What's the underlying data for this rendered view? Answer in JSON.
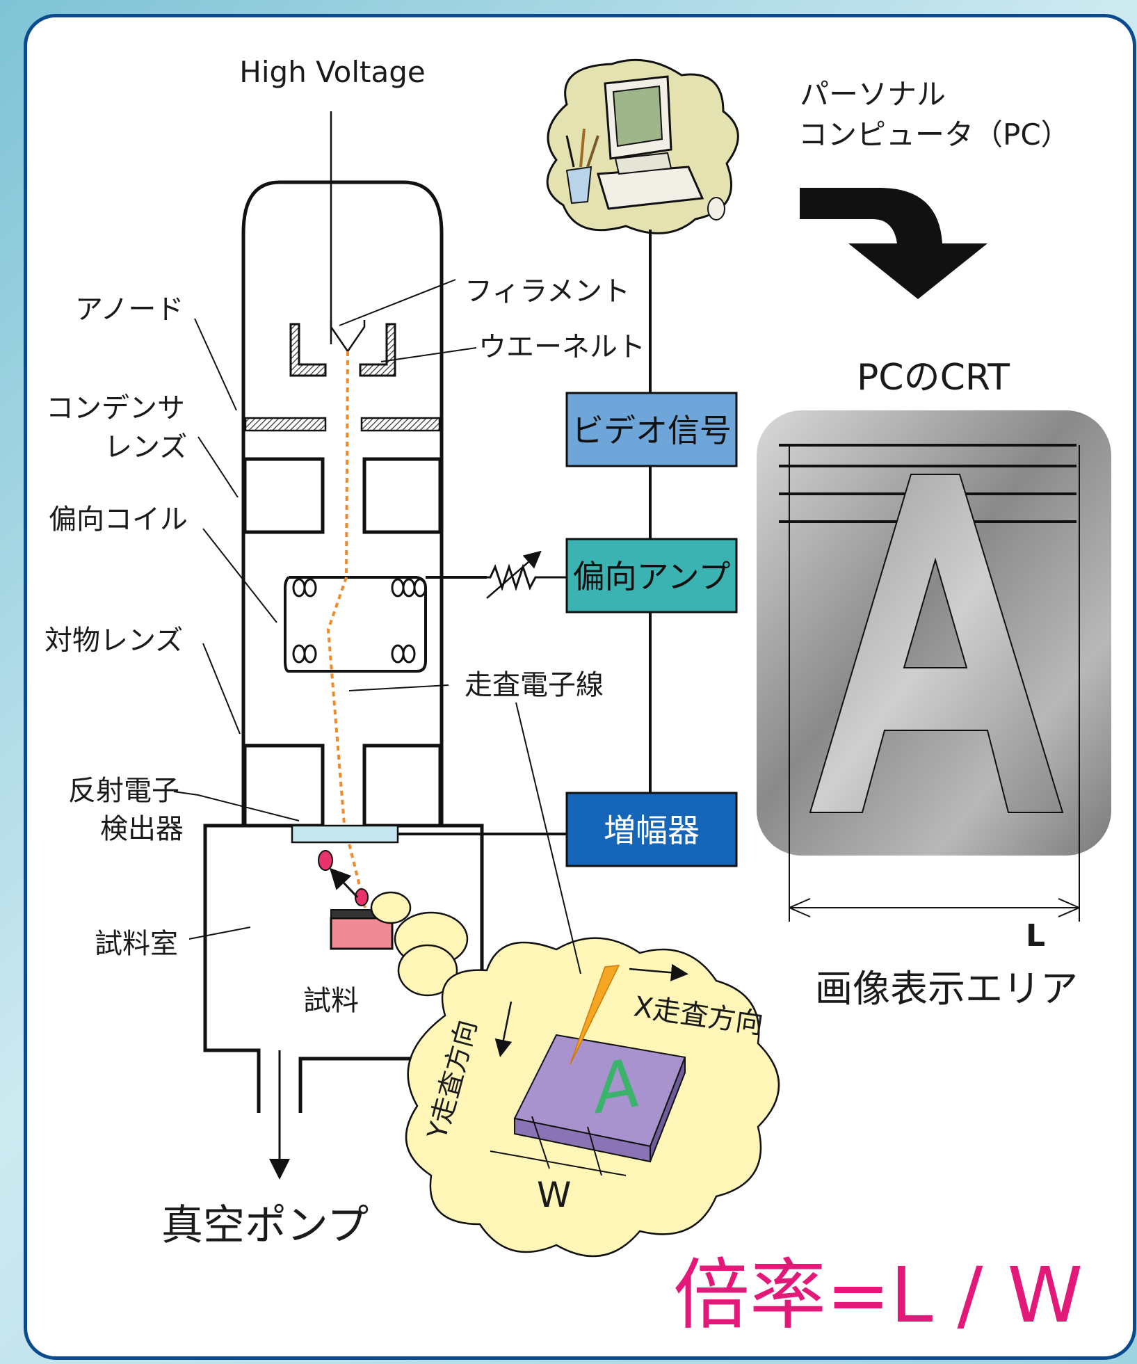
{
  "labels": {
    "high_voltage": "High Voltage",
    "filament": "フィラメント",
    "wehnelt": "ウエーネルト",
    "anode": "アノード",
    "condenser_1": "コンデンサ",
    "condenser_2": "レンズ",
    "deflection_coil": "偏向コイル",
    "objective_lens": "対物レンズ",
    "scanning_beam": "走査電子線",
    "detector_1": "反射電子",
    "detector_2": "検出器",
    "sample_chamber": "試料室",
    "sample": "試料",
    "vacuum_pump": "真空ポンプ",
    "pc_1": "パーソナル",
    "pc_2": "コンピュータ（PC）",
    "pc_crt": "PCのCRT",
    "L": "L",
    "display_area": "画像表示エリア",
    "x_scan": "X走査方向",
    "y_scan": "Y走査方向",
    "W": "W",
    "crt_letter": "A",
    "sample_letter": "A",
    "magnification": "倍率=L / W"
  },
  "boxes": {
    "video_signal": {
      "label": "ビデオ信号",
      "color": "#6fa6d9"
    },
    "deflection_amp": {
      "label": "偏向アンプ",
      "color": "#3bb3b3"
    },
    "amplifier": {
      "label": "増幅器",
      "color": "#1565b8"
    }
  },
  "colors": {
    "frame_border": "#0b4a8c",
    "beam": "#ef8a2a",
    "magnification_text": "#e3197a",
    "sample_letter": "#3cb36b",
    "sample_top": "#a893cf",
    "sample_side": "#8a74b5",
    "bubble": "#fff6b8",
    "detector": "#c4e6ee",
    "sample_holder": "#f08a94"
  }
}
